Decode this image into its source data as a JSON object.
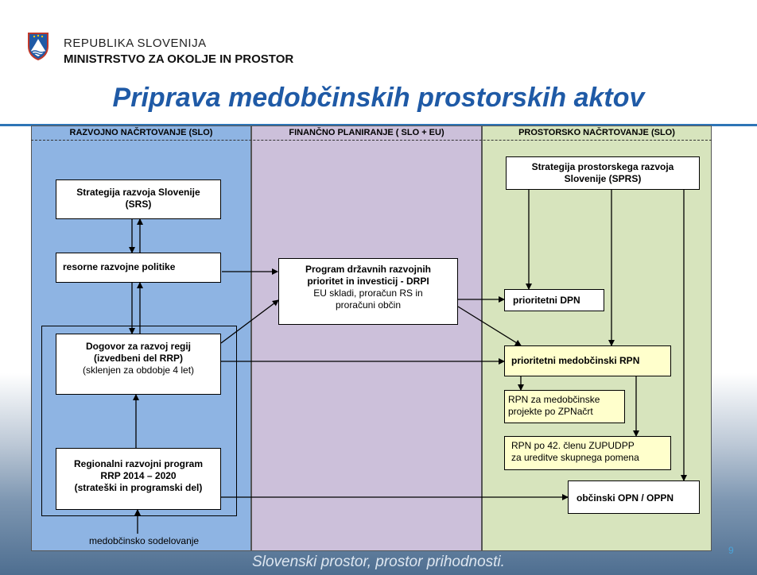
{
  "header": {
    "line1": "REPUBLIKA SLOVENIJA",
    "line2": "MINISTRSTVO ZA OKOLJE IN PROSTOR",
    "title": "Priprava medobčinskih prostorskih aktov",
    "logo_icon": "slovenia-coat-of-arms-icon"
  },
  "lanes": [
    {
      "title": "RAZVOJNO NAČRTOVANJE (SLO)",
      "color": "#8eb4e3"
    },
    {
      "title": "FINANČNO PLANIRANJE  ( SLO + EU)",
      "color": "#ccc0da"
    },
    {
      "title": "PROSTORSKO NAČRTOVANJE (SLO)",
      "color": "#d7e4bd"
    }
  ],
  "boxes": {
    "srs": {
      "line1": "Strategija razvoja Slovenije",
      "line2": "(SRS)"
    },
    "resorne": {
      "line1": "resorne razvojne politike"
    },
    "drpi": {
      "line1": "Program državnih razvojnih",
      "line2": "prioritet in investicij - DRPI",
      "line3": "EU skladi, proračun RS in",
      "line4": "proračuni občin"
    },
    "dogovor": {
      "line1": "Dogovor za razvoj regij",
      "line2": "(izvedbeni del RRP)",
      "line3": "(sklenjen za obdobje 4 let)"
    },
    "rrp": {
      "line1": "Regionalni razvojni program",
      "line2": "RRP 2014 – 2020",
      "line3": "(strateški in programski del)"
    },
    "sprs": {
      "line1": "Strategija prostorskega razvoja",
      "line2": "Slovenije  (SPRS)"
    },
    "pdpn": {
      "line1": "prioritetni DPN"
    },
    "prpn": {
      "line1": "prioritetni medobčinski RPN"
    },
    "rpn_proj": {
      "line1": "RPN za medobčinske",
      "line2": "projekte po ZPNačrt"
    },
    "rpn_42": {
      "line1": "RPN po 42. členu ZUPUDPP",
      "line2": "za ureditve skupnega pomena"
    },
    "opn": {
      "line1": "občinski OPN  / OPPN"
    }
  },
  "note": "medobčinsko sodelovanje",
  "footer": {
    "text": "Slovenski prostor, prostor prihodnosti.",
    "page": "9"
  }
}
